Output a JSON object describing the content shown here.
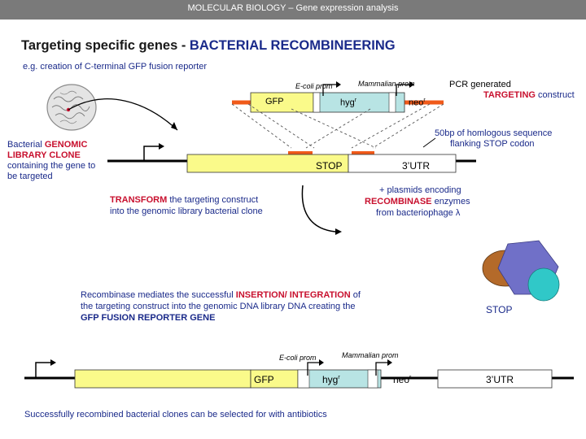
{
  "header": {
    "bar_text": "MOLECULAR BIOLOGY  –  Gene expression analysis"
  },
  "title": {
    "prefix": "Targeting specific genes - ",
    "accent": "BACTERIAL RECOMBINEERING"
  },
  "subtitle": "e.g. creation of C-terminal GFP fusion reporter",
  "construct": {
    "ecoli_prom": "E-coli prom",
    "mammalian_prom": "Mammalian prom",
    "gfp": "GFP",
    "hyg": "hyg",
    "neo": "neo",
    "superscript": "r",
    "pcr_line1": "PCR generated",
    "pcr_accent": "TARGETING",
    "pcr_rest": " construct"
  },
  "homology_note": {
    "line1": "50bp of homlogous sequence",
    "line2": "flanking STOP codon"
  },
  "library": {
    "prefix": "Bacterial ",
    "accent": "GENOMIC LIBRARY CLONE",
    "rest": "containing the gene to be targeted"
  },
  "gene": {
    "stop": "STOP",
    "utr": "3’UTR"
  },
  "transform": {
    "accent": "TRANSFORM",
    "line1_rest": " the targeting construct",
    "line2": "into the genomic library bacterial clone"
  },
  "plasmid": {
    "line1": "+ plasmids encoding",
    "accent": "RECOMBINASE",
    "line2_rest": " enzymes",
    "line3": "from bacteriophage ",
    "lambda": "λ"
  },
  "recombinase": {
    "line1_prefix": "Recombinase mediates the successful ",
    "line1_accent": "INSERTION/ INTEGRATION",
    "line1_rest": " of",
    "line2": "the targeting construct into the genomic DNA library DNA creating the",
    "line3": "GFP FUSION REPORTER GENE"
  },
  "result": {
    "ecoli_prom": "E-coli prom",
    "mammalian_prom": "Mammalian prom",
    "gfp": "GFP",
    "hyg": "hyg",
    "neo": "neo",
    "superscript": "r",
    "stop": "STOP",
    "utr": "3’UTR"
  },
  "footer": "Successfully recombined bacterial clones can be selected for with antibiotics",
  "colors": {
    "header_bar": "#7a7a7a",
    "navy_text": "#1a2a8a",
    "red_accent": "#c8102e",
    "orange_arm": "#f05a1a",
    "gene_yellow": "#fafa8a",
    "cassette_teal": "#b8e4e4",
    "enzyme_brown": "#b46a2a",
    "enzyme_purple": "#7070c8",
    "enzyme_teal": "#30c8c8"
  }
}
